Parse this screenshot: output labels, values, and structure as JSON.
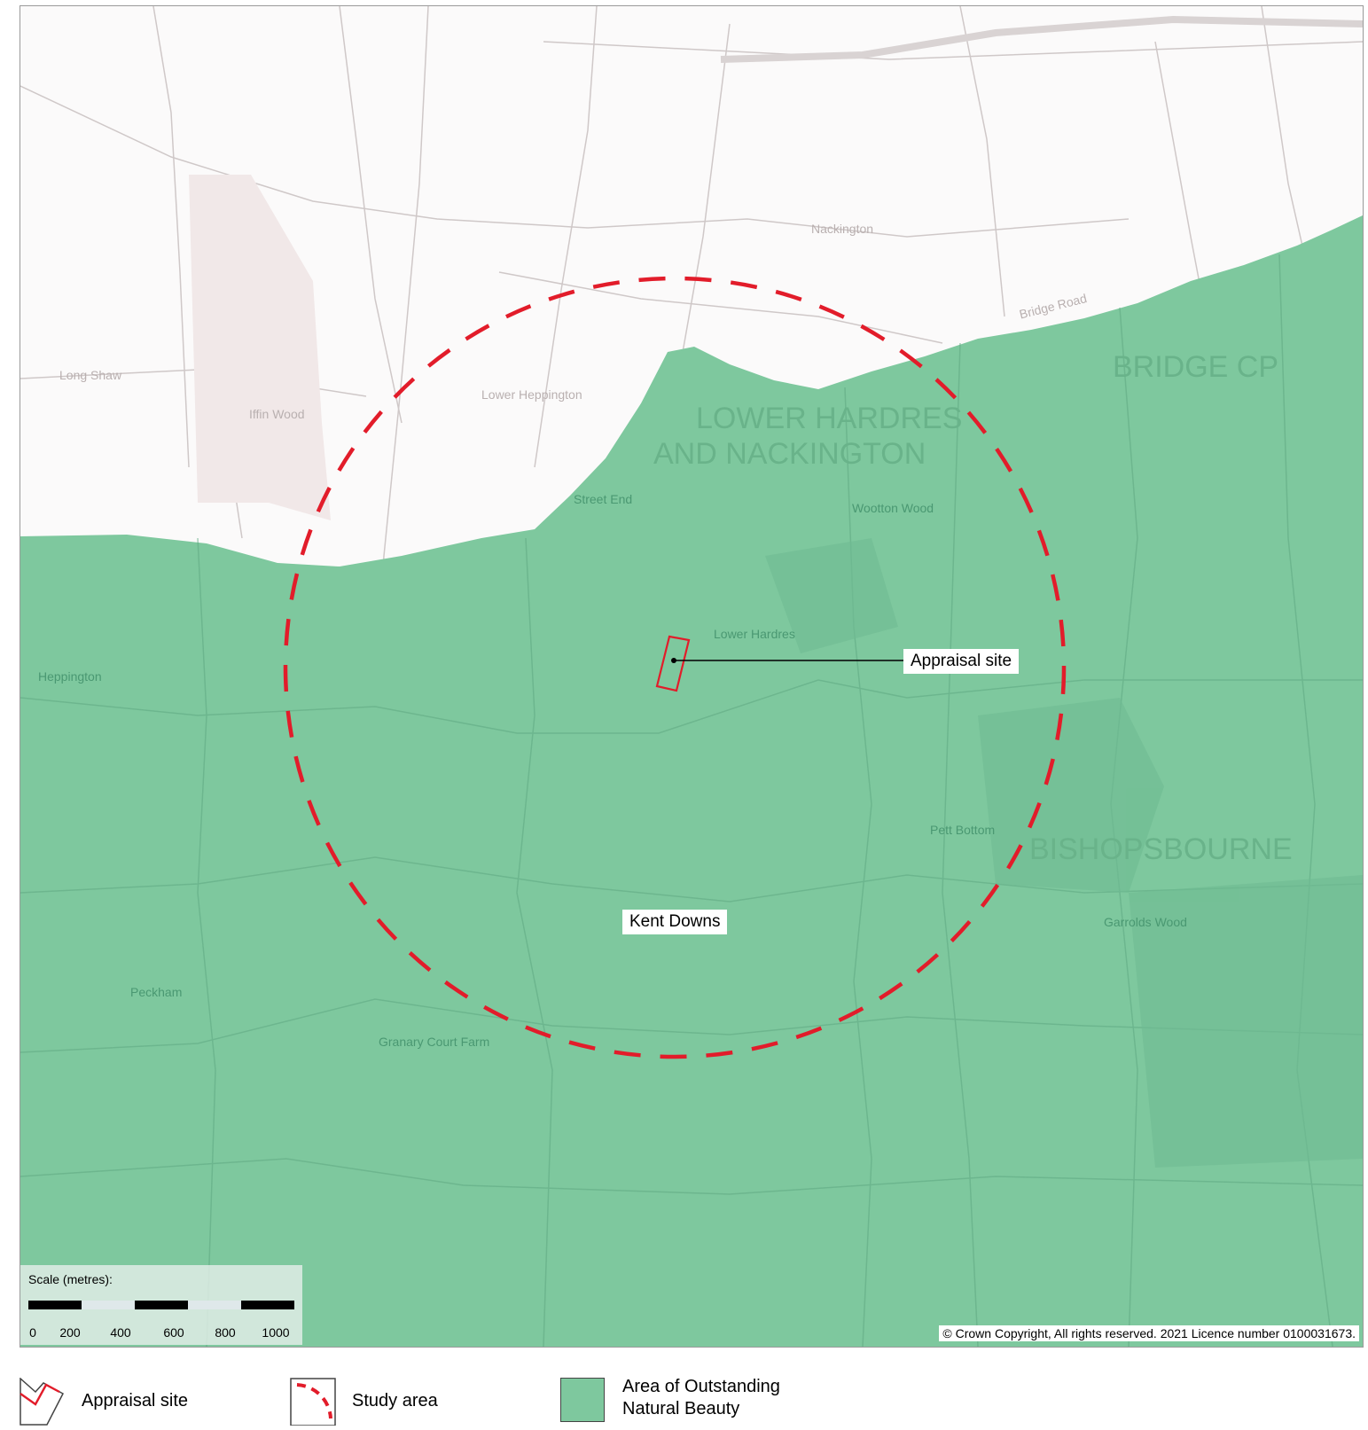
{
  "colors": {
    "aonb_fill": "#7ec89e",
    "study_area": "#e21c2a",
    "site_outline": "#e21c2a",
    "map_background": "#fbfafa",
    "basemap_lines": "#cfc8c8"
  },
  "map": {
    "place_labels": [
      "Nackington",
      "Bridge Road",
      "Lower Hardres",
      "Street End",
      "Lower Heppington",
      "Pett Bottom",
      "Garrolds Wood",
      "Peckham",
      "Heppington",
      "Iffin Wood",
      "Long Shaw",
      "Wootton Wood",
      "Granary Court Farm"
    ],
    "area_labels": {
      "parish_north": "BRIDGE CP",
      "parish_center": "LOWER HARDRES",
      "parish_center_2": "AND NACKINGTON",
      "parish_east": "BISHOPSBOURNE"
    },
    "appraisal_label": "Appraisal site",
    "aonb_label": "Kent Downs",
    "scale": {
      "title": "Scale (metres):",
      "ticks": [
        "0",
        "200",
        "400",
        "600",
        "800",
        "1000"
      ]
    },
    "copyright": "© Crown Copyright,  All rights reserved. 2021 Licence number 0100031673."
  },
  "legend": {
    "items": [
      {
        "label": "Appraisal site",
        "icon": "site-outline-icon"
      },
      {
        "label": "Study area",
        "icon": "dashed-circle-icon"
      },
      {
        "label_line1": "Area of Outstanding",
        "label_line2": "Natural Beauty",
        "icon": "green-fill-swatch"
      }
    ]
  }
}
